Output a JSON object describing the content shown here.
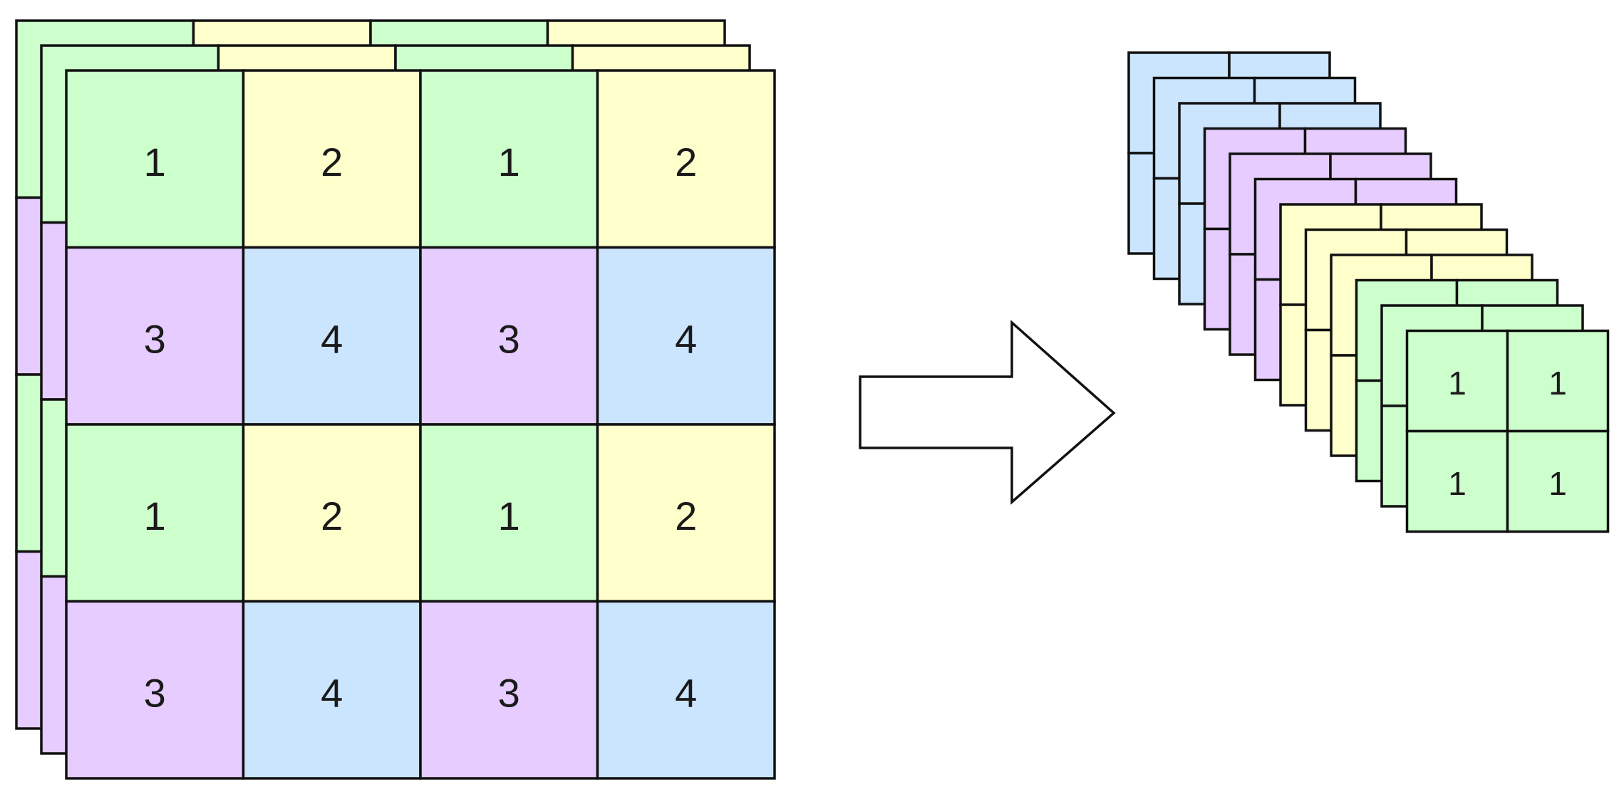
{
  "colors": {
    "green": "#ccffcc",
    "yellow": "#ffffcc",
    "purple": "#e6ccff",
    "blue": "#cce5ff",
    "stroke": "#111111",
    "arrow_fill": "#ffffff"
  },
  "input_tensor": {
    "depth_layers": 3,
    "grid": [
      [
        "1",
        "2",
        "1",
        "2"
      ],
      [
        "3",
        "4",
        "3",
        "4"
      ],
      [
        "1",
        "2",
        "1",
        "2"
      ],
      [
        "3",
        "4",
        "3",
        "4"
      ]
    ],
    "cell_colors": {
      "1": "green",
      "2": "yellow",
      "3": "purple",
      "4": "blue"
    }
  },
  "arrow": {
    "icon": "right-arrow-icon"
  },
  "output_tensor": {
    "slice_colors": [
      "blue",
      "blue",
      "blue",
      "purple",
      "purple",
      "purple",
      "yellow",
      "yellow",
      "yellow",
      "green",
      "green",
      "green"
    ],
    "front_grid": [
      [
        "1",
        "1"
      ],
      [
        "1",
        "1"
      ]
    ]
  }
}
